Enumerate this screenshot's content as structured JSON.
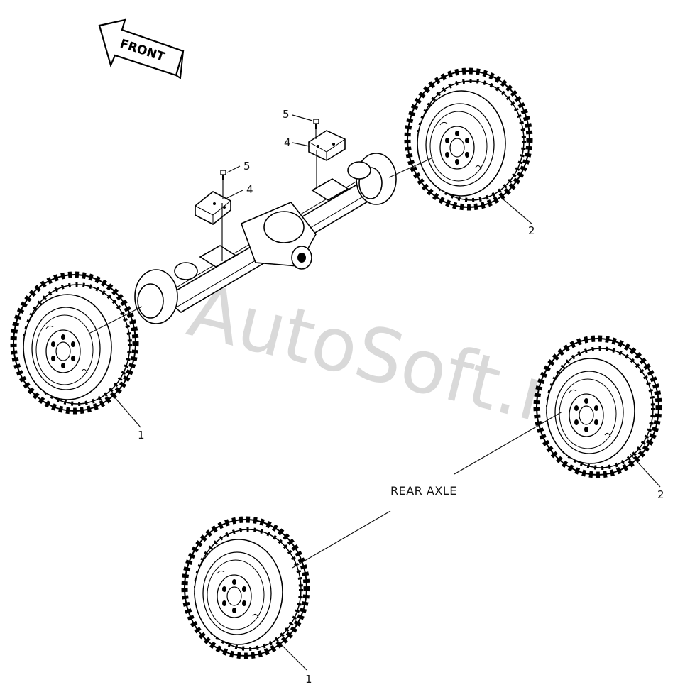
{
  "arrow_label": "FRONT",
  "watermark": "AutoSoft.ru",
  "section_label": "REAR AXLE",
  "callouts": {
    "front_left_wheel": "1",
    "front_right_wheel": "2",
    "rear_right_wheel": "2",
    "rear_left_wheel": "1",
    "cap_plate_left": "4",
    "cap_bolt_left": "5",
    "cap_plate_right": "4",
    "cap_bolt_right": "5"
  }
}
